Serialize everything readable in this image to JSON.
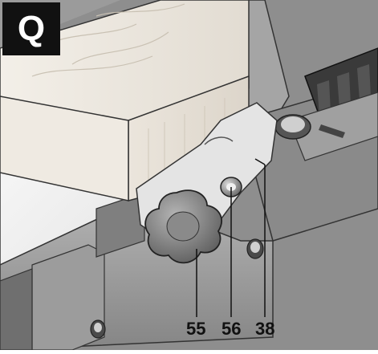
{
  "figure": {
    "panel_label": "Q",
    "callouts": [
      "55",
      "56",
      "38"
    ]
  },
  "colors": {
    "label_bg": "#111111",
    "label_fg": "#ffffff",
    "metal": "#9a9a9a",
    "wood": "#e8e3da",
    "knob": "#7d7d7d"
  }
}
